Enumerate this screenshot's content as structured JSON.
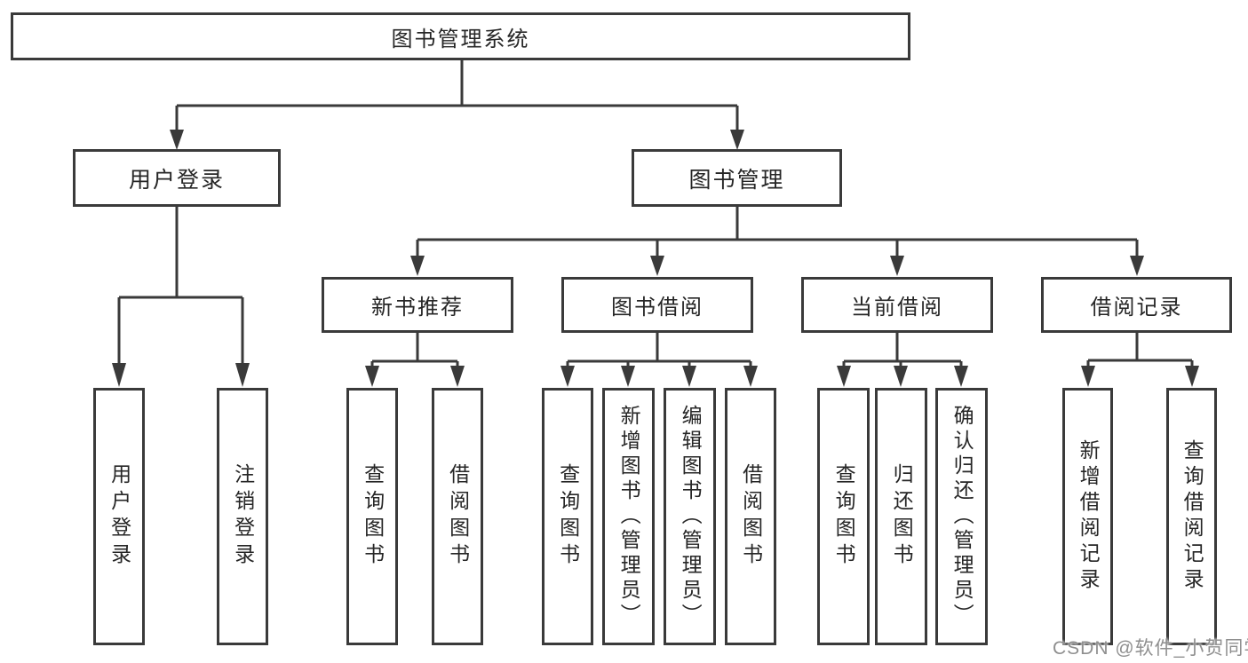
{
  "diagram": {
    "title": "图书管理系统",
    "nodes": {
      "root": "图书管理系统",
      "user_login": "用户登录",
      "book_mgmt": "图书管理",
      "new_book_rec": "新书推荐",
      "book_borrow": "图书借阅",
      "current_borrow": "当前借阅",
      "borrow_records": "借阅记录",
      "leaf_user_login": "用户登录",
      "leaf_logout": "注销登录",
      "nbr_query_books": "查询图书",
      "nbr_borrow_books": "借阅图书",
      "bb_query_books": "查询图书",
      "bb_add_books_admin": "新增图书（管理员）",
      "bb_edit_books_admin": "编辑图书（管理员）",
      "bb_borrow_books": "借阅图书",
      "cb_query_books": "查询图书",
      "cb_return_books": "归还图书",
      "cb_confirm_return_admin": "确认归还（管理员）",
      "br_add_record": "新增借阅记录",
      "br_query_record": "查询借阅记录"
    },
    "edges": [
      [
        "root",
        "user_login"
      ],
      [
        "root",
        "book_mgmt"
      ],
      [
        "user_login",
        "leaf_user_login"
      ],
      [
        "user_login",
        "leaf_logout"
      ],
      [
        "book_mgmt",
        "new_book_rec"
      ],
      [
        "book_mgmt",
        "book_borrow"
      ],
      [
        "book_mgmt",
        "current_borrow"
      ],
      [
        "book_mgmt",
        "borrow_records"
      ],
      [
        "new_book_rec",
        "nbr_query_books"
      ],
      [
        "new_book_rec",
        "nbr_borrow_books"
      ],
      [
        "book_borrow",
        "bb_query_books"
      ],
      [
        "book_borrow",
        "bb_add_books_admin"
      ],
      [
        "book_borrow",
        "bb_edit_books_admin"
      ],
      [
        "book_borrow",
        "bb_borrow_books"
      ],
      [
        "current_borrow",
        "cb_query_books"
      ],
      [
        "current_borrow",
        "cb_return_books"
      ],
      [
        "current_borrow",
        "cb_confirm_return_admin"
      ],
      [
        "borrow_records",
        "br_add_record"
      ],
      [
        "borrow_records",
        "br_query_record"
      ]
    ]
  },
  "watermark": "CSDN @软件_小贺同学",
  "colors": {
    "background": "#ffffff",
    "line": "#3a3a3a",
    "box_border": "#3a3a3a",
    "box_fill": "#ffffff",
    "text": "#262626",
    "watermark": "#8f8f8f"
  }
}
